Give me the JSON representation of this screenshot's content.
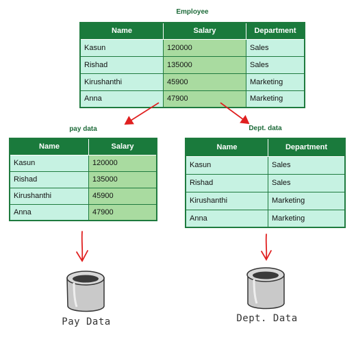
{
  "employee": {
    "title": "Employee",
    "headers": [
      "Name",
      "Salary",
      "Department"
    ],
    "rows": [
      [
        "Kasun",
        "120000",
        "Sales"
      ],
      [
        "Rishad",
        "135000",
        "Sales"
      ],
      [
        "Kirushanthi",
        "45900",
        "Marketing"
      ],
      [
        "Anna",
        "47900",
        "Marketing"
      ]
    ]
  },
  "pay": {
    "title": "pay data",
    "headers": [
      "Name",
      "Salary"
    ],
    "rows": [
      [
        "Kasun",
        "120000"
      ],
      [
        "Rishad",
        "135000"
      ],
      [
        "Kirushanthi",
        "45900"
      ],
      [
        "Anna",
        "47900"
      ]
    ],
    "db_label": "Pay Data"
  },
  "dept": {
    "title": "Dept. data",
    "headers": [
      "Name",
      "Department"
    ],
    "rows": [
      [
        "Kasun",
        "Sales"
      ],
      [
        "Rishad",
        "Sales"
      ],
      [
        "Kirushanthi",
        "Marketing"
      ],
      [
        "Anna",
        "Marketing"
      ]
    ],
    "db_label": "Dept. Data"
  },
  "colors": {
    "header_green": "#1a7a3c",
    "cell_mint": "#c6f2e2",
    "salary_highlight": "#a9dba0",
    "arrow_red": "#e02020"
  }
}
